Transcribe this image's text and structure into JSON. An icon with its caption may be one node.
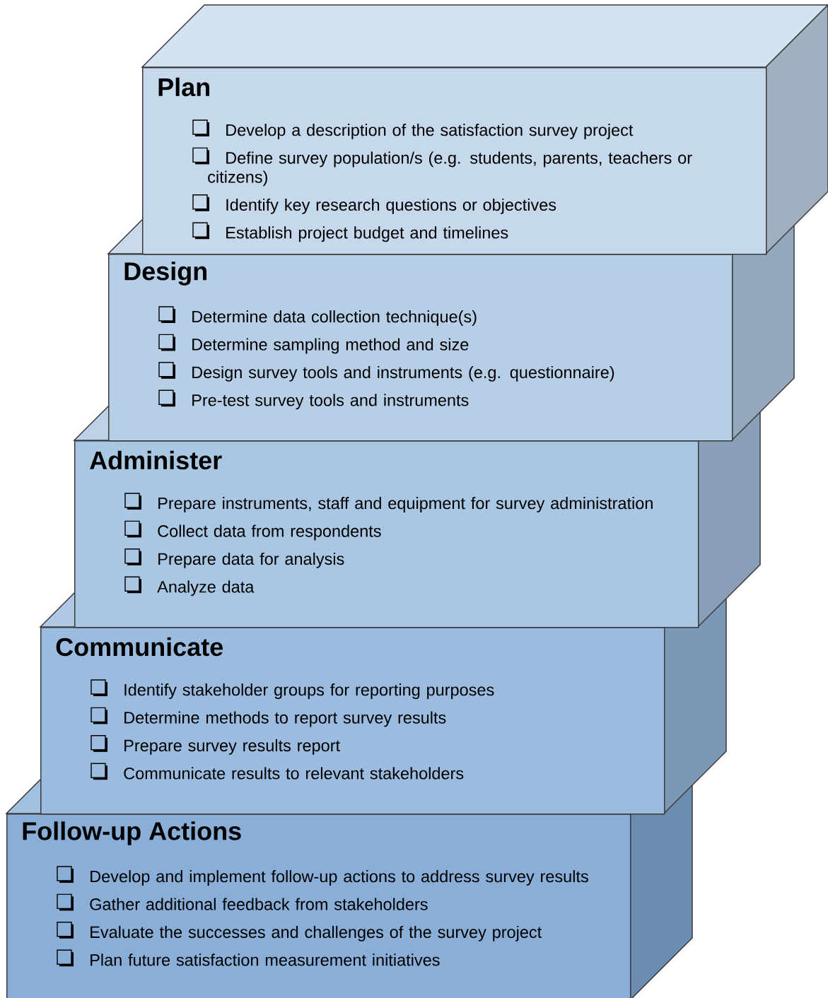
{
  "diagram": {
    "nodes": [
      {
        "text": [
          "Plan",
          "Develop a description of the satisfaction survey project",
          "Define survey population/s (e.g. students, parents, teachers or citizens)",
          "Identify key research questions or objectives",
          "Establish project budget and timelines"
        ]
      },
      {
        "text": [
          "Design",
          "Determine data collection technique(s)",
          "Determine sampling method and size",
          "Design survey tools and instruments (e.g. questionnaire)",
          "Pre-test survey tools and instruments"
        ]
      },
      {
        "text": [
          "Administer",
          "Prepare instruments, staff and equipment for survey administration",
          "Collect data from respondents",
          "Prepare data for analysis",
          "Analyze data"
        ]
      },
      {
        "text": [
          "Communicate",
          "Identify stakeholder groups for reporting purposes",
          "Determine methods to report survey results",
          "Prepare survey results report",
          "Communicate results to relevant stakeholders"
        ]
      },
      {
        "text": [
          "Follow-up Actions",
          "Develop and implement follow-up actions to address survey results",
          "Gather additional feedback from stakeholders",
          "Evaluate the successes and challenges of the survey project",
          "Plan future satisfaction measurement initiatives"
        ]
      }
    ]
  }
}
